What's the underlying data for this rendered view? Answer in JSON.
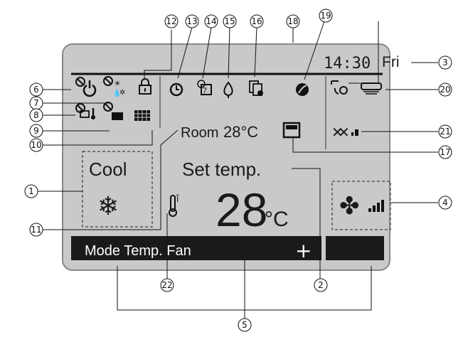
{
  "clock": {
    "time": "14:30",
    "day": "Fri"
  },
  "mode": {
    "label": "Cool"
  },
  "room": {
    "label": "Room",
    "temp": "28°C"
  },
  "set_temp": {
    "label": "Set temp.",
    "value": "28",
    "unit": "°C"
  },
  "menu_bar": {
    "labels": "Mode Temp. Fan",
    "plus": "+"
  },
  "callouts": [
    "1",
    "2",
    "3",
    "4",
    "5",
    "6",
    "7",
    "8",
    "9",
    "10",
    "11",
    "12",
    "13",
    "14",
    "15",
    "16",
    "17",
    "18",
    "19",
    "20",
    "21",
    "22"
  ]
}
